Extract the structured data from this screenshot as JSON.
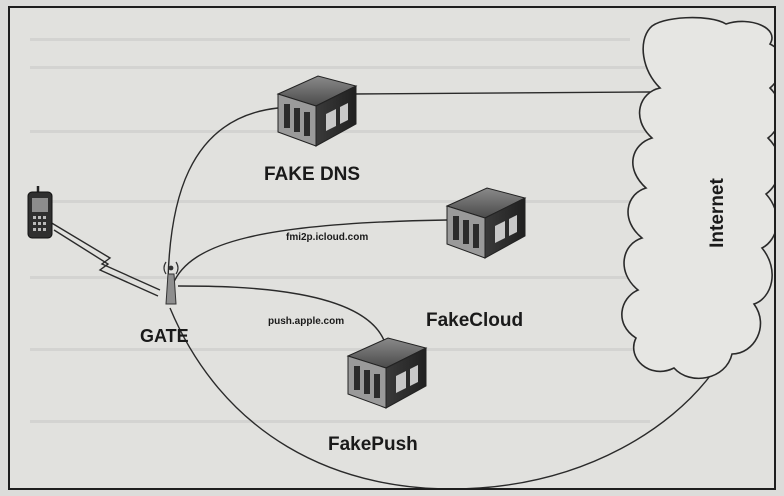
{
  "nodes": {
    "fake_dns": {
      "label": "FAKE DNS",
      "icon": "server-icon"
    },
    "fake_cloud": {
      "label": "FakeCloud",
      "icon": "server-icon"
    },
    "fake_push": {
      "label": "FakePush",
      "icon": "server-icon"
    },
    "gate": {
      "label": "GATE",
      "icon": "antenna-icon"
    },
    "phone": {
      "icon": "mobile-phone-icon"
    },
    "internet": {
      "label": "Internet",
      "icon": "cloud-icon"
    }
  },
  "edges": {
    "cloud_host": "fmi2p.icloud.com",
    "push_host": "push.apple.com"
  },
  "colors": {
    "line": "#2a2a2a",
    "server_dark": "#2b2b2b",
    "server_mid": "#6e6e6e",
    "server_light": "#bdbdbd",
    "background": "#e1e1de"
  }
}
